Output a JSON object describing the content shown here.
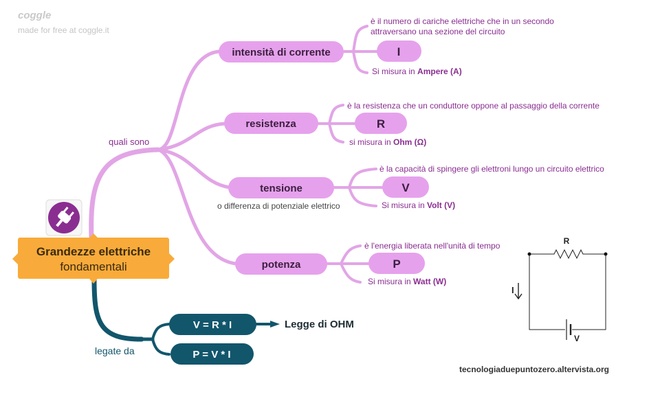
{
  "branding": {
    "logo": "coggle",
    "tagline": "made for free at coggle.it",
    "site": "tecnologiaduepuntozero.altervista.org"
  },
  "root": {
    "title_line1": "Grandezze elettriche",
    "title_line2": "fondamentali",
    "icon": "plug-icon"
  },
  "branches": {
    "upper_label": "quali sono",
    "lower_label": "legate da"
  },
  "quantities": [
    {
      "name": "intensità di corrente",
      "symbol": "I",
      "description": [
        "è il numero di cariche elettriche che in un secondo",
        "attraversano una sezione del circuito"
      ],
      "unit_prefix": "Si misura in ",
      "unit": "Ampere (A)"
    },
    {
      "name": "resistenza",
      "symbol": "R",
      "description": [
        "è la resistenza che un conduttore oppone al passaggio della corrente"
      ],
      "unit_prefix": "si misura in ",
      "unit": "Ohm (Ω)"
    },
    {
      "name": "tensione",
      "note": "o differenza di potenziale elettrico",
      "symbol": "V",
      "description": [
        "è la capacità di spingere gli elettroni lungo un circuito elettrico"
      ],
      "unit_prefix": "Si misura in ",
      "unit": "Volt (V)"
    },
    {
      "name": "potenza",
      "symbol": "P",
      "description": [
        "è l'energia liberata nell'unità di tempo"
      ],
      "unit_prefix": "Si misura in ",
      "unit": "Watt (W)"
    }
  ],
  "formulas": [
    {
      "text": "V = R * I",
      "target": "Legge di OHM"
    },
    {
      "text": "P = V * I"
    }
  ],
  "circuit": {
    "resistor_label": "R",
    "current_label": "I",
    "battery_label": "V"
  },
  "colors": {
    "branch_pink": "#e2a5e6",
    "node_pink": "#e6a1ec",
    "text_purple": "#8a2d91",
    "branch_dark": "#12566c",
    "root_orange": "#f8ab3a",
    "logo_gray": "#c9c9c9"
  }
}
